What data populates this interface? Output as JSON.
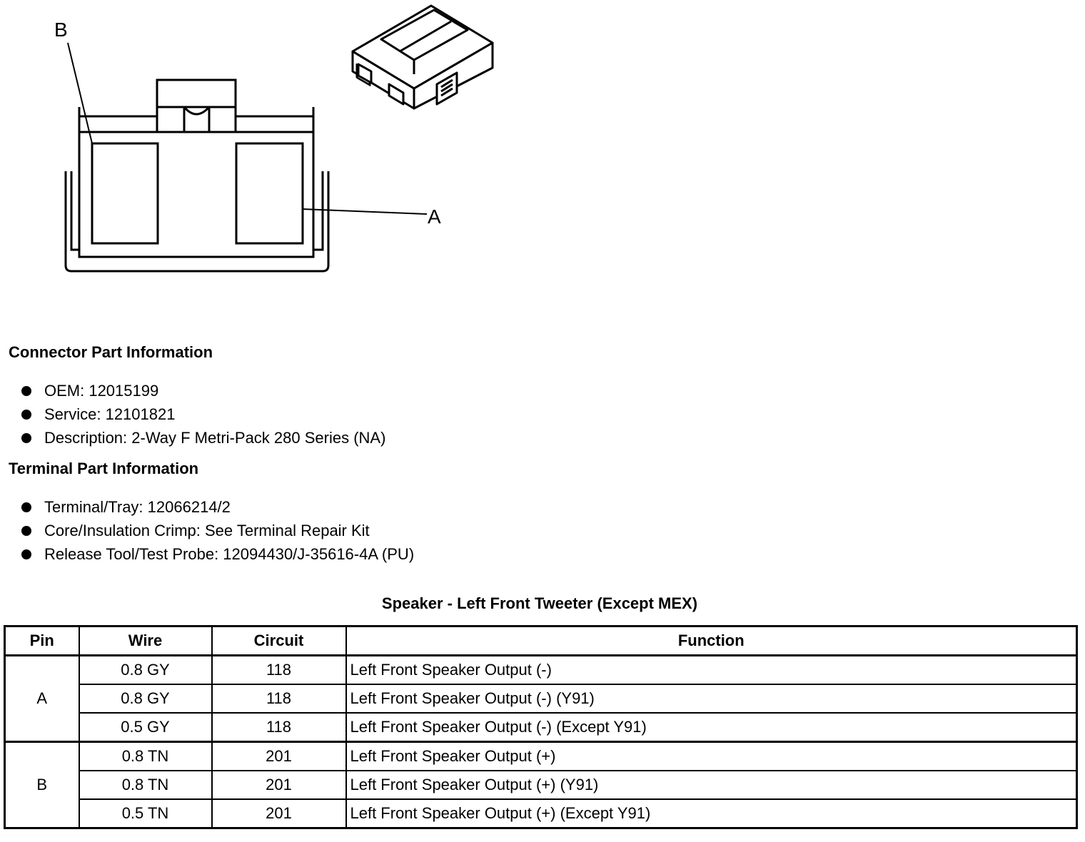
{
  "diagram": {
    "callout_b": "B",
    "callout_a": "A"
  },
  "connector_info": {
    "heading": "Connector Part Information",
    "items": [
      "OEM: 12015199",
      "Service: 12101821",
      "Description: 2-Way F Metri-Pack 280 Series (NA)"
    ]
  },
  "terminal_info": {
    "heading": "Terminal Part Information",
    "items": [
      "Terminal/Tray: 12066214/2",
      "Core/Insulation Crimp: See Terminal Repair Kit",
      "Release Tool/Test Probe: 12094430/J-35616-4A (PU)"
    ]
  },
  "table": {
    "title": "Speaker - Left Front Tweeter (Except MEX)",
    "headers": [
      "Pin",
      "Wire",
      "Circuit",
      "Function"
    ],
    "groups": [
      {
        "pin": "A",
        "rows": [
          {
            "wire": "0.8 GY",
            "circuit": "118",
            "function": "Left Front Speaker Output (-)"
          },
          {
            "wire": "0.8 GY",
            "circuit": "118",
            "function": "Left Front Speaker Output (-) (Y91)"
          },
          {
            "wire": "0.5 GY",
            "circuit": "118",
            "function": "Left Front Speaker Output (-) (Except Y91)"
          }
        ]
      },
      {
        "pin": "B",
        "rows": [
          {
            "wire": "0.8 TN",
            "circuit": "201",
            "function": "Left Front Speaker Output (+)"
          },
          {
            "wire": "0.8 TN",
            "circuit": "201",
            "function": "Left Front Speaker Output (+) (Y91)"
          },
          {
            "wire": "0.5 TN",
            "circuit": "201",
            "function": "Left Front Speaker Output (+) (Except Y91)"
          }
        ]
      }
    ]
  }
}
